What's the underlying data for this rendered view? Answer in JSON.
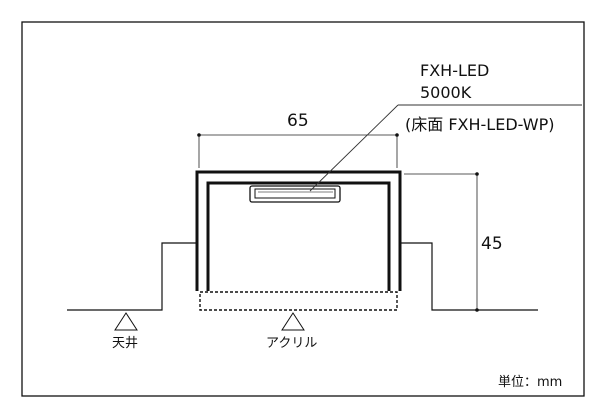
{
  "fixture": {
    "model": "FXH-LED",
    "color_temp": "5000K",
    "floor_variant": "(床面 FXH-LED-WP)"
  },
  "dimensions": {
    "width": "65",
    "height": "45"
  },
  "labels": {
    "ceiling": "天井",
    "acrylic": "アクリル",
    "unit": "単位：mm"
  }
}
